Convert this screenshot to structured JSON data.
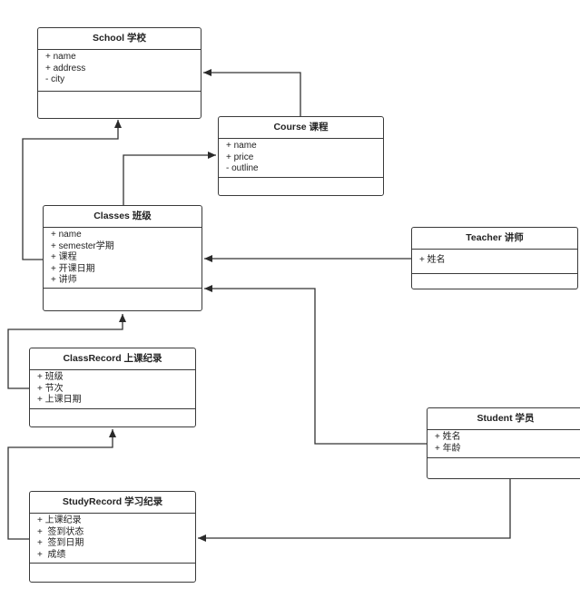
{
  "classes": {
    "school": {
      "title": "School 学校",
      "attrs": [
        "+ name",
        "+ address",
        "- city"
      ]
    },
    "course": {
      "title": "Course 课程",
      "attrs": [
        "+ name",
        "+ price",
        "- outline"
      ]
    },
    "classes": {
      "title": "Classes 班级",
      "attrs": [
        "+ name",
        "+ semester学期",
        "+ 课程",
        "+ 开课日期",
        "+ 讲师"
      ]
    },
    "teacher": {
      "title": "Teacher 讲师",
      "attrs": [
        "+ 姓名"
      ]
    },
    "classrecord": {
      "title": "ClassRecord 上课纪录",
      "attrs": [
        "+ 班级",
        "+ 节次",
        "+ 上课日期"
      ]
    },
    "student": {
      "title": "Student 学员",
      "attrs": [
        "+ 姓名",
        "+ 年龄"
      ]
    },
    "studyrecord": {
      "title": "StudyRecord 学习纪录",
      "attrs": [
        "+ 上课纪录",
        "+  签到状态",
        "+  签到日期",
        "+  成绩"
      ]
    }
  }
}
